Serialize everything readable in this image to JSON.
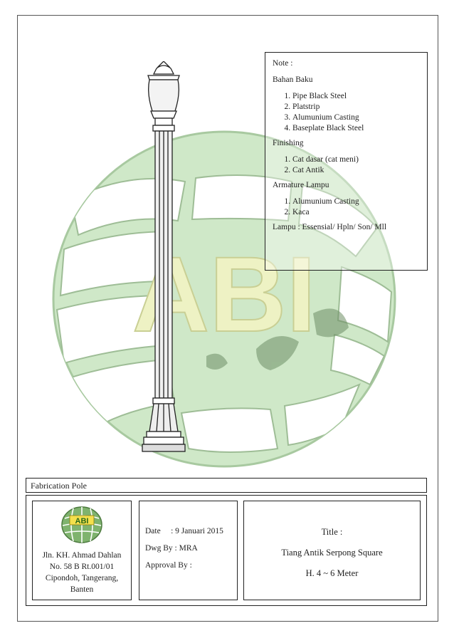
{
  "note": {
    "heading": "Note :",
    "bahan_title": "Bahan Baku",
    "bahan_items": [
      "Pipe Black Steel",
      "Platstrip",
      "Alumunium Casting",
      "Baseplate Black Steel"
    ],
    "finishing_title": "Finishing",
    "finishing_items": [
      "Cat dasar (cat meni)",
      "Cat Antik"
    ],
    "armature_title": "Armature Lampu",
    "armature_items": [
      "Alumunium Casting",
      "Kaca"
    ],
    "lampu": "Lampu : Essensial/ Hpln/ Son/ Mll"
  },
  "watermark_text": "ABI",
  "fabrication_label": "Fabrication Pole",
  "address_lines": [
    "Jln. KH. Ahmad Dahlan",
    "No. 58 B Rt.001/01",
    "Cipondoh, Tangerang,",
    "Banten"
  ],
  "meta": {
    "date": "Date     : 9 Januari 2015",
    "dwg_by": "Dwg By : MRA",
    "approval": "Approval By :"
  },
  "title_block": {
    "title_label": "Title :",
    "name": "Tiang Antik Serpong Square",
    "height": "H. 4 ~ 6 Meter"
  },
  "colors": {
    "globe_green": "#cfe8c8",
    "globe_stroke": "#a8c9a0",
    "abi_yellow": "#eef2c4"
  }
}
